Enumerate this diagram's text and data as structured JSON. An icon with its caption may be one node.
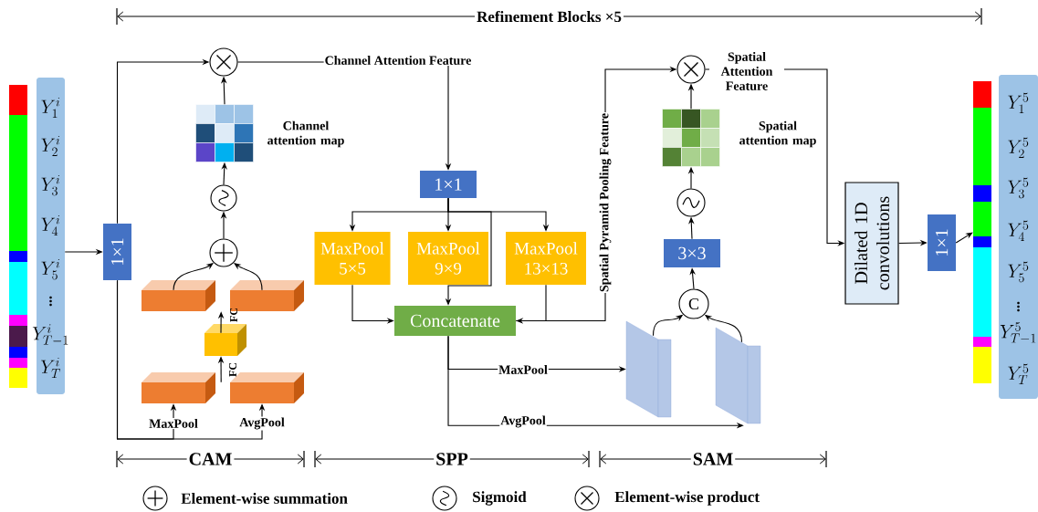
{
  "diagram": {
    "nodes": [
      {
        "text": [],
        "shape": "bar"
      },
      {
        "text": [
          "Y_{1}^{i}",
          "Y_{2}^{i}",
          "Y_{3}^{i}",
          "Y_{4}^{i}",
          "Y_{5}^{i}",
          "\\vdots",
          "Y_{T-1}^{i}",
          "Y_{T}^{i}"
        ]
      },
      {
        "text": [
          "1×1"
        ]
      },
      {
        "text": [],
        "shape": "circle"
      },
      {
        "text": [],
        "shape": "grid",
        "beside": [
          "Channel attention map"
        ]
      },
      {
        "text": [],
        "shape": "circle"
      },
      {
        "text": [],
        "shape": "circle"
      },
      {
        "text": [],
        "shape": "box"
      },
      {
        "text": [],
        "shape": "box"
      },
      {
        "text": [],
        "shape": "box"
      },
      {
        "text": [],
        "shape": "box"
      },
      {
        "text": [],
        "shape": "box"
      },
      {
        "text": [
          "1×1"
        ]
      },
      {
        "text": [
          "MaxPool 5×5"
        ]
      },
      {
        "text": [
          "MaxPool 9×9"
        ]
      },
      {
        "text": [
          "MaxPool 13×13"
        ]
      },
      {
        "text": [
          "Concatenate"
        ]
      },
      {
        "text": [],
        "shape": "circle"
      },
      {
        "text": [],
        "shape": "grid",
        "beside": [
          "Spatial attention map"
        ]
      },
      {
        "text": [],
        "shape": "circle"
      },
      {
        "text": [
          "3×3"
        ]
      },
      {
        "text": [
          "C"
        ]
      },
      {
        "text": [],
        "shape": "box"
      },
      {
        "text": [],
        "shape": "box"
      },
      {
        "text": [
          "Dilated 1D convolutions"
        ]
      },
      {
        "text": [
          "1×1"
        ]
      },
      {
        "text": [],
        "shape": "bar"
      },
      {
        "text": [
          "Y_{1}^{5}",
          "Y_{2}^{5}",
          "Y_{3}^{5}",
          "Y_{4}^{5}",
          "Y_{5}^{5}",
          "\\vdots",
          "Y_{T-1}^{5}",
          "Y_{T}^{5}"
        ]
      }
    ],
    "edges": [
      {
        "from": 1,
        "to": 2,
        "arrow": "to"
      },
      {
        "from": 2,
        "to": 3,
        "arrow": "to"
      },
      {
        "from": 2,
        "to": 10,
        "arrow": "to",
        "label": "MaxPool"
      },
      {
        "from": 2,
        "to": 11,
        "arrow": "to",
        "label": "AvgPool"
      },
      {
        "from": 10,
        "to": 9,
        "arrow": "to",
        "label": "FC"
      },
      {
        "from": 9,
        "to": 7,
        "arrow": "to",
        "label": "FC"
      },
      {
        "from": 7,
        "to": 6,
        "arrow": "to"
      },
      {
        "from": 8,
        "to": 6,
        "arrow": "to"
      },
      {
        "from": 6,
        "to": 5,
        "arrow": "to"
      },
      {
        "from": 5,
        "to": 4,
        "arrow": "to"
      },
      {
        "from": 4,
        "to": 3,
        "arrow": "to"
      },
      {
        "from": 3,
        "to": 12,
        "arrow": "to",
        "label": "Channel Attention Feature"
      },
      {
        "from": 12,
        "to": 13,
        "arrow": "to"
      },
      {
        "from": 12,
        "to": 14,
        "arrow": "to"
      },
      {
        "from": 12,
        "to": 15,
        "arrow": "to"
      },
      {
        "from": 12,
        "to": 16,
        "arrow": "to"
      },
      {
        "from": 13,
        "to": 16,
        "arrow": "to"
      },
      {
        "from": 15,
        "to": 16,
        "arrow": "to"
      },
      {
        "from": 16,
        "to": 17,
        "arrow": "to",
        "label": "Spatial Pyramid Pooling Feature"
      },
      {
        "from": 16,
        "to": 22,
        "arrow": "to",
        "label": "MaxPool"
      },
      {
        "from": 16,
        "to": 23,
        "arrow": "to",
        "label": "AvgPool"
      },
      {
        "from": 22,
        "to": 21,
        "arrow": "to"
      },
      {
        "from": 23,
        "to": 21,
        "arrow": "to"
      },
      {
        "from": 21,
        "to": 20,
        "arrow": "to"
      },
      {
        "from": 20,
        "to": 19,
        "arrow": "to"
      },
      {
        "from": 19,
        "to": 18,
        "arrow": "to"
      },
      {
        "from": 18,
        "to": 17,
        "arrow": "to"
      },
      {
        "from": 17,
        "to": 24,
        "arrow": "to",
        "label": "Spatial Attention Feature"
      },
      {
        "from": 24,
        "to": 25,
        "arrow": "to"
      },
      {
        "from": 25,
        "to": 26,
        "arrow": "to"
      }
    ],
    "labels": [
      "Refinement Blocks ×5",
      "CAM",
      "SPP",
      "SAM"
    ],
    "legend": [
      {
        "text": "Element-wise summation"
      },
      {
        "text": "Sigmoid"
      },
      {
        "text": "Element-wise product"
      }
    ]
  }
}
